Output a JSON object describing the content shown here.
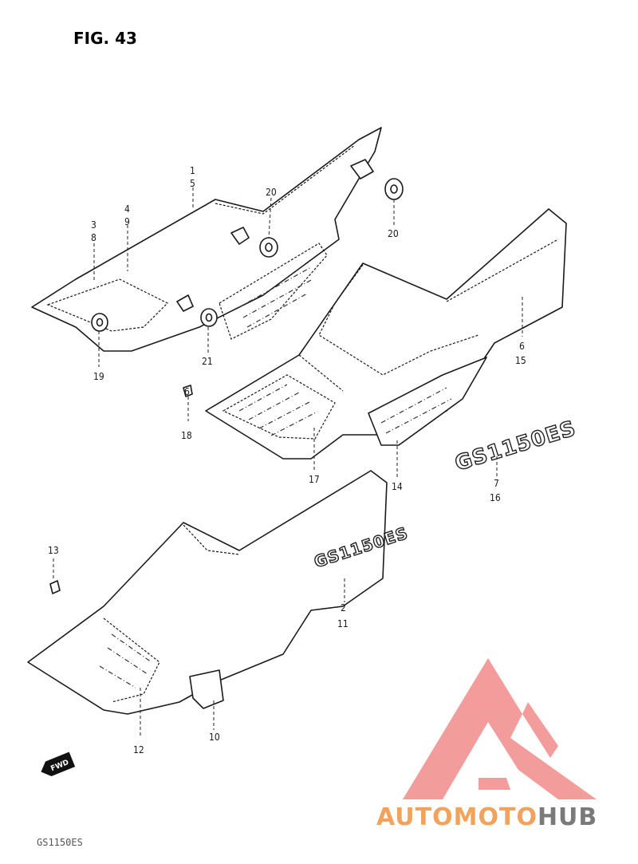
{
  "figure": {
    "title": "FIG. 43"
  },
  "parts": [
    {
      "id": "lbl-1-5",
      "lines": [
        "1",
        "5"
      ]
    },
    {
      "id": "lbl-4-9",
      "lines": [
        "4",
        "9"
      ]
    },
    {
      "id": "lbl-3-8",
      "lines": [
        "3",
        "8"
      ]
    },
    {
      "id": "lbl-20a",
      "lines": [
        "20"
      ]
    },
    {
      "id": "lbl-20b",
      "lines": [
        "20"
      ]
    },
    {
      "id": "lbl-19",
      "lines": [
        "19"
      ]
    },
    {
      "id": "lbl-21",
      "lines": [
        "21"
      ]
    },
    {
      "id": "lbl-6-15",
      "lines": [
        "6",
        "15"
      ]
    },
    {
      "id": "lbl-6-18",
      "lines": [
        "6",
        "18"
      ]
    },
    {
      "id": "lbl-17",
      "lines": [
        "17"
      ]
    },
    {
      "id": "lbl-14",
      "lines": [
        "14"
      ]
    },
    {
      "id": "lbl-7-16",
      "lines": [
        "7",
        "16"
      ]
    },
    {
      "id": "lbl-13",
      "lines": [
        "13"
      ]
    },
    {
      "id": "lbl-2-11",
      "lines": [
        "2",
        "11"
      ]
    },
    {
      "id": "lbl-12",
      "lines": [
        "12"
      ]
    },
    {
      "id": "lbl-10",
      "lines": [
        "10"
      ]
    }
  ],
  "emblem": {
    "text": "GS1150ES"
  },
  "fwd_marker": {
    "text": "FWD"
  },
  "footer": {
    "code": "GS1150ES"
  },
  "watermark": {
    "brand_part1": "AUTOMOTO",
    "brand_part2": "HUB",
    "colors": {
      "logo": "#f28b8b",
      "auto": "#f2a25a",
      "hub": "#7a7a7a"
    }
  }
}
